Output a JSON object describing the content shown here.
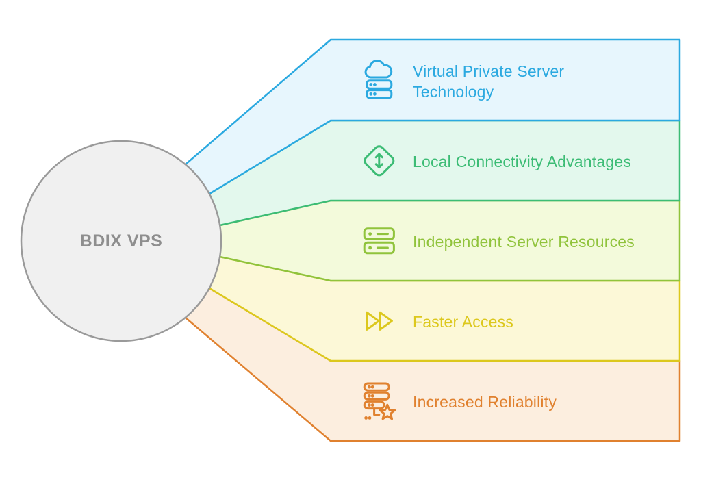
{
  "diagram": {
    "background": "#ffffff",
    "center": {
      "label": "BDIX VPS",
      "fill": "#f0f0f0",
      "border": "#9a9a9a",
      "text_color": "#8e8e8e"
    },
    "items": [
      {
        "label": "Virtual Private Server Technology",
        "lines": [
          "Virtual Private Server",
          "Technology"
        ],
        "icon": "cloud-server-icon",
        "colors": {
          "border": "#2ba9e0",
          "fill": "#e7f6fd",
          "text": "#2ba9e0"
        }
      },
      {
        "label": "Local Connectivity Advantages",
        "lines": [
          "Local Connectivity Advantages"
        ],
        "icon": "diamond-arrows-icon",
        "colors": {
          "border": "#3cbc75",
          "fill": "#e3f8ed",
          "text": "#3cbc75"
        }
      },
      {
        "label": "Independent Server Resources",
        "lines": [
          "Independent Server Resources"
        ],
        "icon": "server-stack-icon",
        "colors": {
          "border": "#90c33c",
          "fill": "#f3fadb",
          "text": "#90c33c"
        }
      },
      {
        "label": "Faster Access",
        "lines": [
          "Faster Access"
        ],
        "icon": "fast-forward-icon",
        "colors": {
          "border": "#dcc81d",
          "fill": "#fcf8d7",
          "text": "#dcc81d"
        }
      },
      {
        "label": "Increased Reliability",
        "lines": [
          "Increased Reliability"
        ],
        "icon": "server-star-icon",
        "colors": {
          "border": "#e0812f",
          "fill": "#fceedf",
          "text": "#e0812f"
        }
      }
    ]
  }
}
